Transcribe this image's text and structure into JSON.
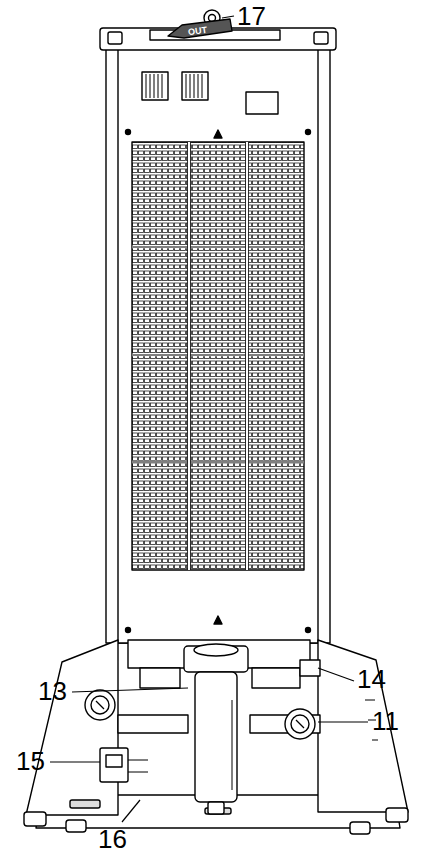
{
  "diagram": {
    "labels": [
      "17",
      "OUT",
      "13",
      "14",
      "11",
      "15",
      "16"
    ]
  }
}
